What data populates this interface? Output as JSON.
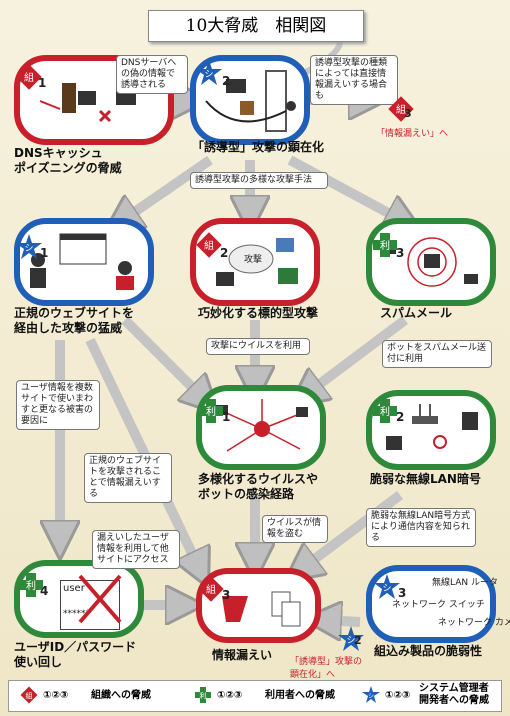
{
  "title": "10大脅威　相関図",
  "colors": {
    "org": "#c8202a",
    "user": "#2e8a3a",
    "admin": "#1f5fb8",
    "arrow": "#bfbfbf"
  },
  "threats": [
    {
      "label": "DNSキャッシュ\nポイズニングの脅威",
      "badge": "組",
      "num": "1"
    },
    {
      "label": "「誘導型」攻撃の顕在化",
      "badge": "シ",
      "num": "2"
    },
    {
      "label": "正規のウェブサイトを\n経由した攻撃の猛威",
      "badge": "シ",
      "num": "1"
    },
    {
      "label": "巧妙化する標的型攻撃",
      "badge": "組",
      "num": "2"
    },
    {
      "label": "スパムメール",
      "badge": "利",
      "num": "3"
    },
    {
      "label": "多様化するウイルスや\nボットの感染経路",
      "badge": "利",
      "num": "1"
    },
    {
      "label": "脆弱な無線LAN暗号",
      "badge": "利",
      "num": "2"
    },
    {
      "label": "ユーザID／パスワード\n使い回し",
      "badge": "利",
      "num": "4"
    },
    {
      "label": "情報漏えい",
      "badge": "組",
      "num": "3"
    },
    {
      "label": "組込み製品の脆弱性",
      "badge": "シ",
      "num": "3"
    }
  ],
  "notes": {
    "dns": "DNSサーバへの偽の情報で誘導される",
    "yudo": "誘導型攻撃の種類によっては直接情報漏えいする場合も",
    "tayou": "誘導型攻撃の多様な攻撃手法",
    "virus_use": "攻撃にウイルスを利用",
    "bot": "ボットをスパムメール送付に利用",
    "reuse": "ユーザ情報を複数サイトで使いまわすと更なる被害の要因に",
    "seiki": "正規のウェブサイトを攻撃されることで情報漏えいする",
    "steal": "ウイルスが情報を盗む",
    "wlan": "脆弱な無線LAN暗号方式により通信内容を知られる",
    "leaked": "漏えいしたユーザ情報を利用して他サイトにアクセス"
  },
  "refs": {
    "to_leak": "「情報漏えい」へ",
    "to_yudo": "「誘導型」攻撃の\n顕在化」へ"
  },
  "misc": {
    "attack": "攻撃",
    "user": "user",
    "pass": "******",
    "router": "無線LAN\nルータ",
    "switch": "ネットワーク\nスイッチ",
    "camera": "ネットワーク\nカメラ"
  },
  "legend": {
    "org_mark": "組",
    "org": "組織への脅威",
    "user_mark": "利",
    "user": "利用者への脅威",
    "admin_mark": "シ",
    "admin": "システム管理者\n開発者への脅威",
    "nums": "①②③"
  }
}
